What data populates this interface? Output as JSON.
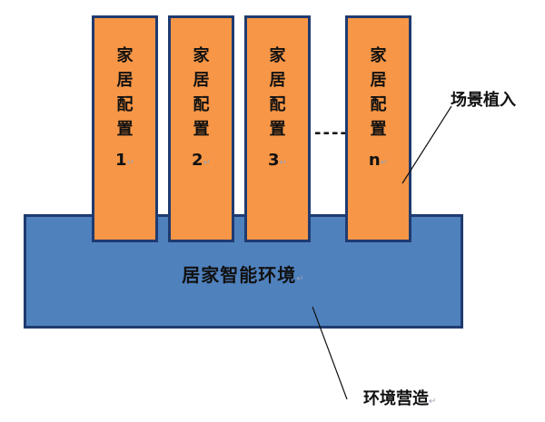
{
  "platform": {
    "label": "居家智能环境"
  },
  "columns": [
    {
      "chars": [
        "家",
        "居",
        "配",
        "置"
      ],
      "number": "1"
    },
    {
      "chars": [
        "家",
        "居",
        "配",
        "置"
      ],
      "number": "2"
    },
    {
      "chars": [
        "家",
        "居",
        "配",
        "置"
      ],
      "number": "3"
    },
    {
      "chars": [
        "家",
        "居",
        "配",
        "置"
      ],
      "number": "n"
    }
  ],
  "ellipsis": "----",
  "callouts": {
    "scene": "场景植入",
    "environment": "环境营造"
  },
  "paragraph_mark": "↵",
  "colors": {
    "orange": "#f79646",
    "blue": "#4f81bd",
    "border": "#1f3b70"
  }
}
